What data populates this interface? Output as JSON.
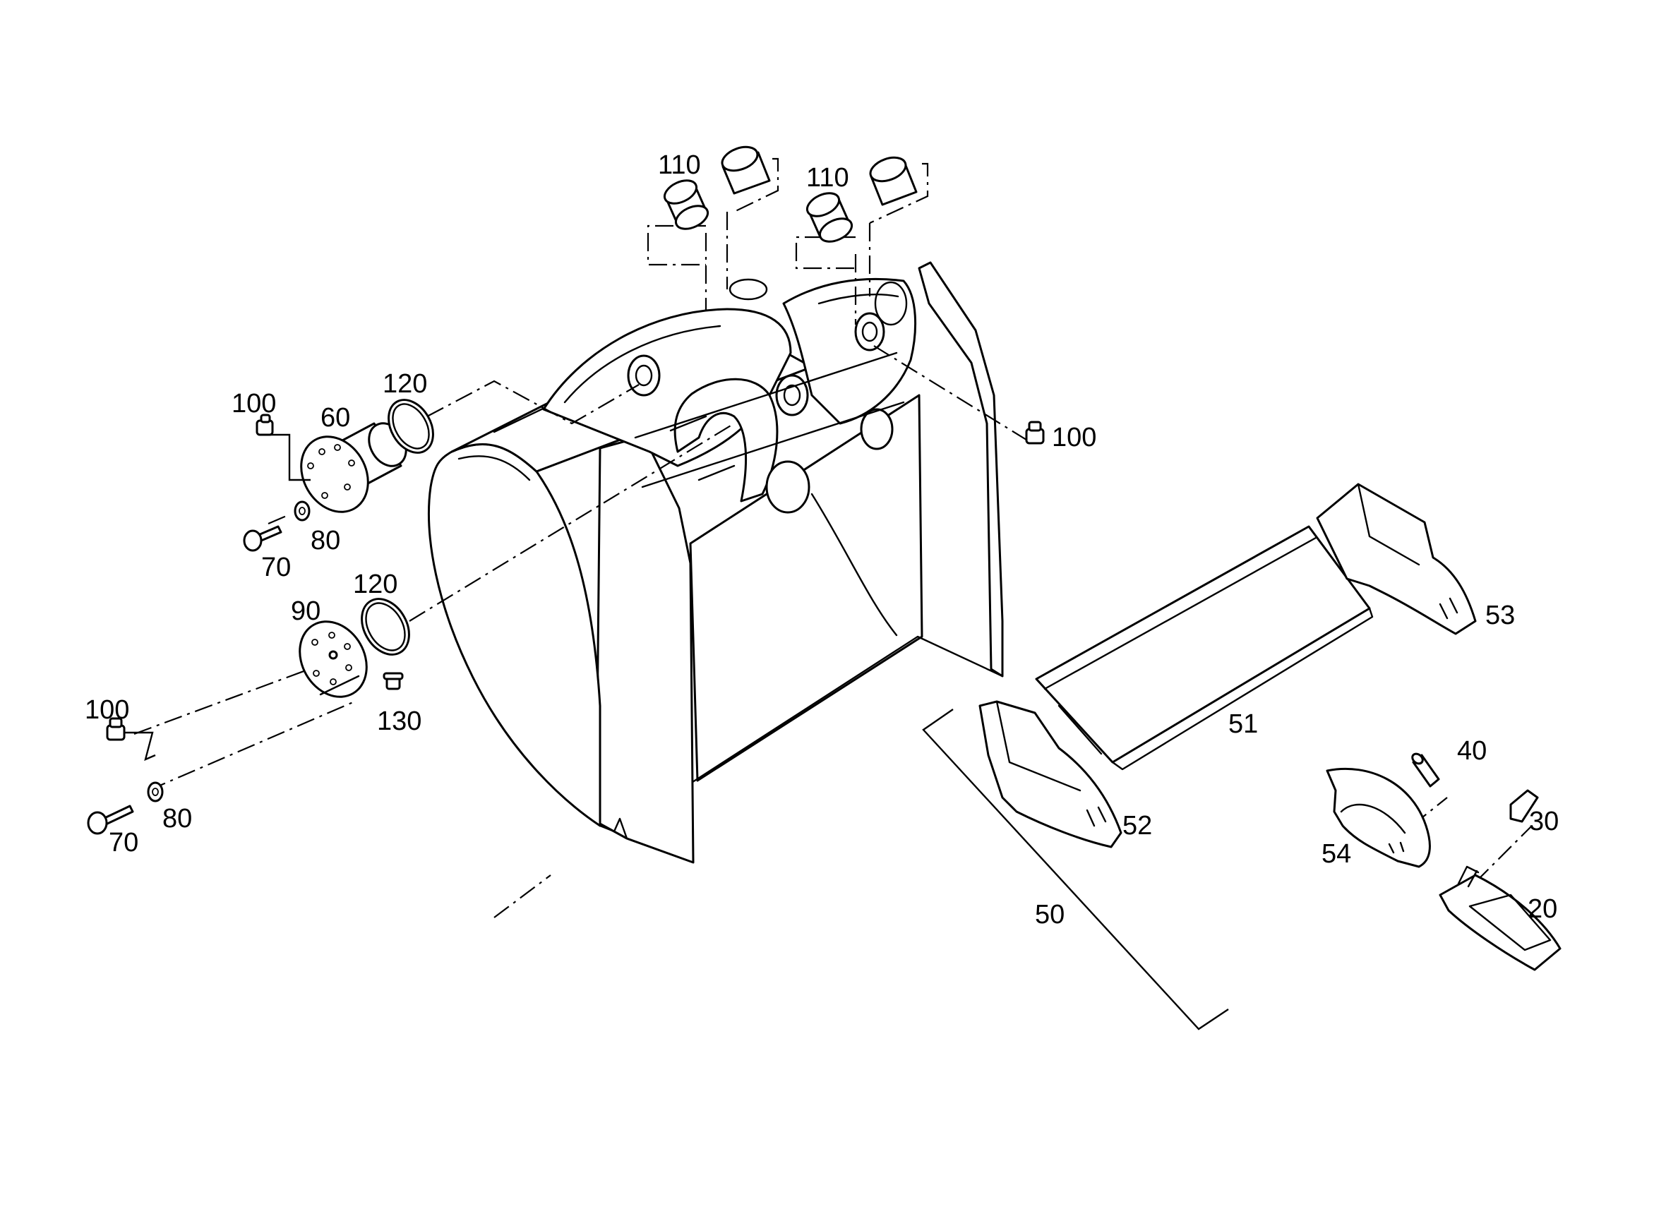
{
  "callouts": {
    "c110a": "110",
    "c110b": "110",
    "c120a": "120",
    "c120b": "120",
    "c100a": "100",
    "c100b": "100",
    "c100c": "100",
    "c60": "60",
    "c70a": "70",
    "c70b": "70",
    "c80a": "80",
    "c80b": "80",
    "c90": "90",
    "c130": "130",
    "c50": "50",
    "c51": "51",
    "c52": "52",
    "c53": "53",
    "c54": "54",
    "c40": "40",
    "c30": "30",
    "c20": "20"
  },
  "colors": {
    "ink": "#000000",
    "paper": "#ffffff"
  }
}
